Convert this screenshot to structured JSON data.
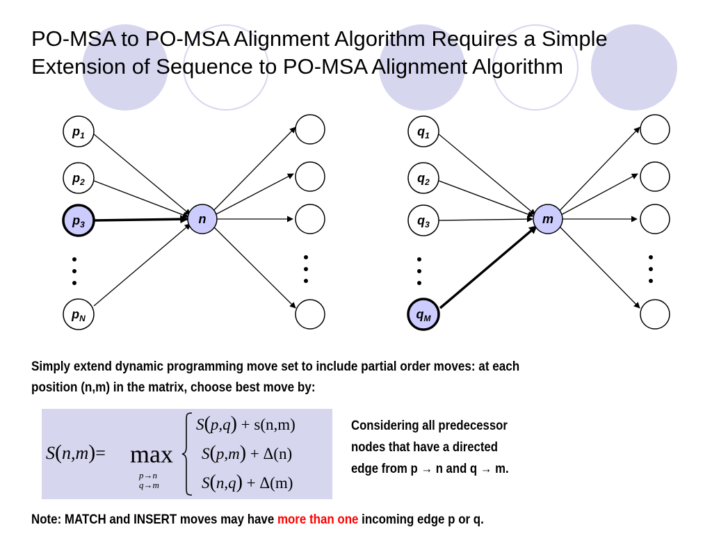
{
  "title": {
    "line1": "PO-MSA to PO-MSA Alignment Algorithm Requires a Simple",
    "line2": "Extension of Sequence to PO-MSA Alignment Algorithm"
  },
  "colors": {
    "decor": "#d6d6ef",
    "highlight_node": "#ccccff",
    "note_emphasis": "#ff0000"
  },
  "left_graph": {
    "predecessors": [
      {
        "base": "p",
        "sub": "1",
        "bold": false
      },
      {
        "base": "p",
        "sub": "2",
        "bold": false
      },
      {
        "base": "p",
        "sub": "3",
        "bold": true
      },
      {
        "base": "p",
        "sub": "N",
        "bold": false
      }
    ],
    "center": "n"
  },
  "right_graph": {
    "predecessors": [
      {
        "base": "q",
        "sub": "1",
        "bold": false
      },
      {
        "base": "q",
        "sub": "2",
        "bold": false
      },
      {
        "base": "q",
        "sub": "3",
        "bold": false
      },
      {
        "base": "q",
        "sub": "M",
        "bold": true
      }
    ],
    "center": "m"
  },
  "intro": {
    "line1": "Simply extend dynamic programming move set to include partial order moves: at each",
    "line2": "position (n,m) in the matrix, choose best move by:"
  },
  "formula": {
    "lhs_S": "S",
    "lhs_args": "n,m",
    "equals": "=",
    "max": "max",
    "under1": "p→n",
    "under2": "q→m",
    "case1_a": "S",
    "case1_b": "p,q",
    "case1_c": "+ s(n,m)",
    "case2_a": "S",
    "case2_b": "p,m",
    "case2_c": "+ Δ(n)",
    "case3_a": "S",
    "case3_b": "n,q",
    "case3_c": "+ Δ(m)"
  },
  "considering": {
    "line1": "Considering all predecessor",
    "line2": "nodes that have a directed",
    "line3": "edge from p → n and q → m."
  },
  "note": {
    "prefix": "Note:  MATCH and INSERT moves may have ",
    "emphasis": "more than one",
    "suffix": " incoming edge p or q."
  }
}
